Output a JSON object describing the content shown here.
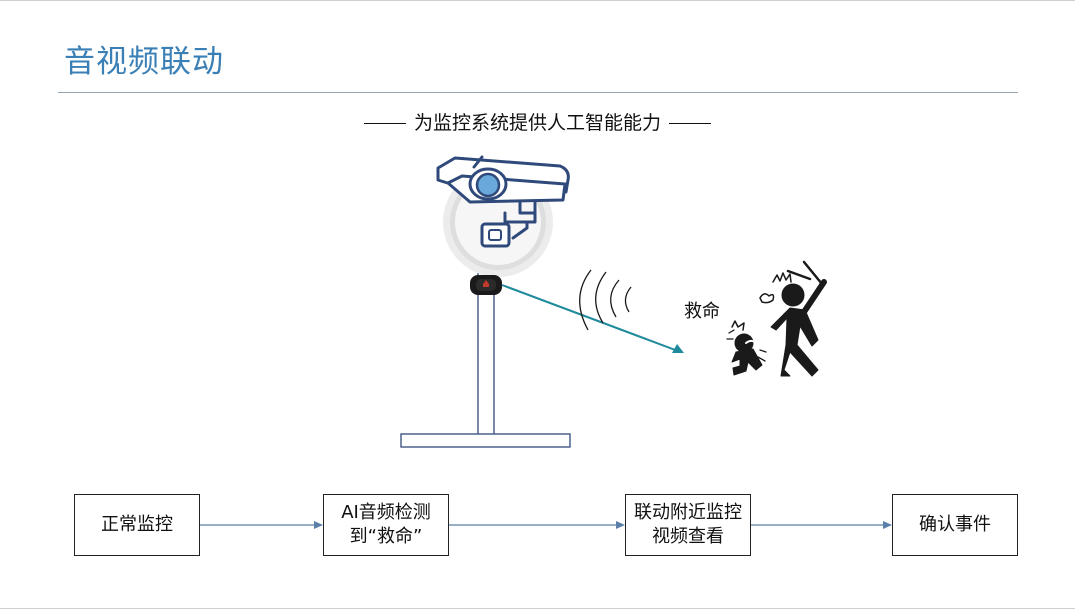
{
  "header": {
    "title": "音视频联动",
    "subtitle": "为监控系统提供人工智能能力"
  },
  "scene": {
    "callout": "救命"
  },
  "flow": {
    "steps": [
      "正常监控",
      "AI音频检测到“救命”",
      "联动附近监控视频查看",
      "确认事件"
    ]
  },
  "colors": {
    "title": "#3a7fb5",
    "camera_outline": "#2f4a7a",
    "arrow": "#1f8a9c",
    "flow_arrow": "#5a7fa8"
  }
}
